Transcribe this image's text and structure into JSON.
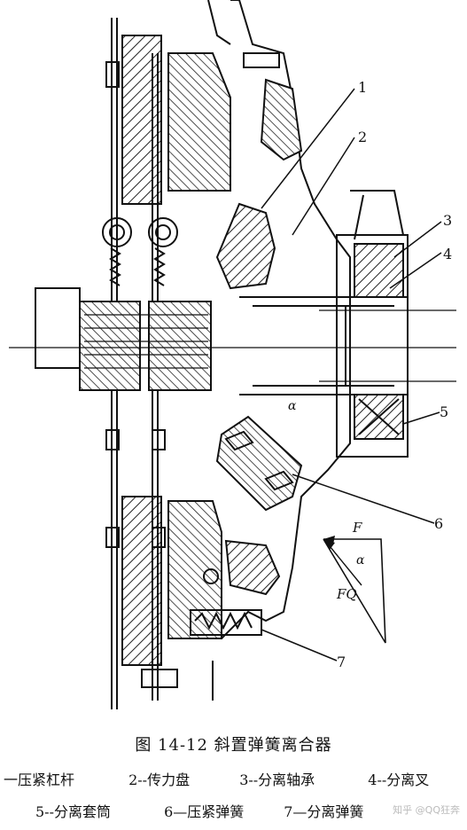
{
  "figure": {
    "caption": "图 14-12   斜置弹簧离合器",
    "legend_line1": [
      "一压紧杠杆",
      "2--传力盘",
      "3--分离轴承",
      "4--分离叉"
    ],
    "legend_line2": [
      "5--分离套筒",
      "6—压紧弹簧",
      "7—分离弹簧"
    ],
    "callouts": [
      "1",
      "2",
      "3",
      "4",
      "5",
      "6",
      "7"
    ],
    "force_labels": {
      "force": "F",
      "spring_force": "FQ",
      "angle": "α",
      "angle_in_drawing": "α"
    }
  },
  "watermark": {
    "text": "知乎 @QQ狂奔"
  },
  "colors": {
    "ink": "#111111",
    "paper": "#ffffff",
    "hatch": "#222222"
  }
}
